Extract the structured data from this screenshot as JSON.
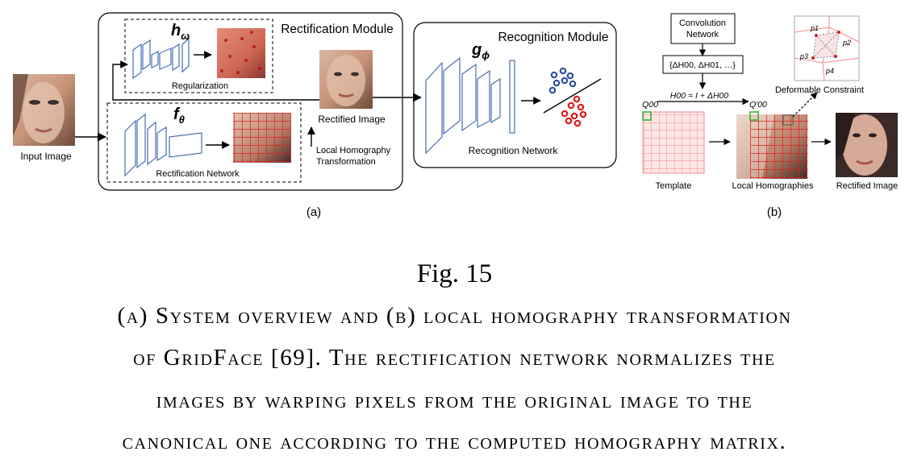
{
  "figure": {
    "panel_a": {
      "input_label": "Input Image",
      "rectification_module_title": "Rectification Module",
      "regularization_symbol": "h",
      "regularization_subscript": "ω",
      "regularization_label": "Regularization",
      "rectification_symbol": "f",
      "rectification_subscript": "θ",
      "rectification_network_label": "Rectification Network",
      "rectified_label": "Rectified Image",
      "transform_label_1": "Local Homography",
      "transform_label_2": "Transformation",
      "recognition_module_title": "Recognition Module",
      "recognition_symbol": "g",
      "recognition_subscript": "ϕ",
      "recognition_network_label": "Recognition Network",
      "panel_label": "(a)"
    },
    "panel_b": {
      "conv_label_1": "Convolution",
      "conv_label_2": "Network",
      "delta_label": "{ΔH00, ΔH01, …}",
      "homography_eq": "H00 = I + ΔH00",
      "q_label": "Q00",
      "q_prime_label": "Q′00",
      "deformable_label": "Deformable Constraint",
      "point_labels": [
        "p1",
        "p2",
        "p3",
        "p4"
      ],
      "template_label": "Template",
      "local_homographies_label": "Local Homographies",
      "rectified_label": "Rectified Image",
      "panel_label": "(b)"
    }
  },
  "caption": {
    "number": "Fig. 15",
    "line1": "(a) System overview and (b) local homography transformation",
    "line2": "of GridFace [69]. The rectification network normalizes the",
    "line3": "images by warping pixels from the original image to the",
    "line4": "canonical one according to the computed homography matrix."
  }
}
